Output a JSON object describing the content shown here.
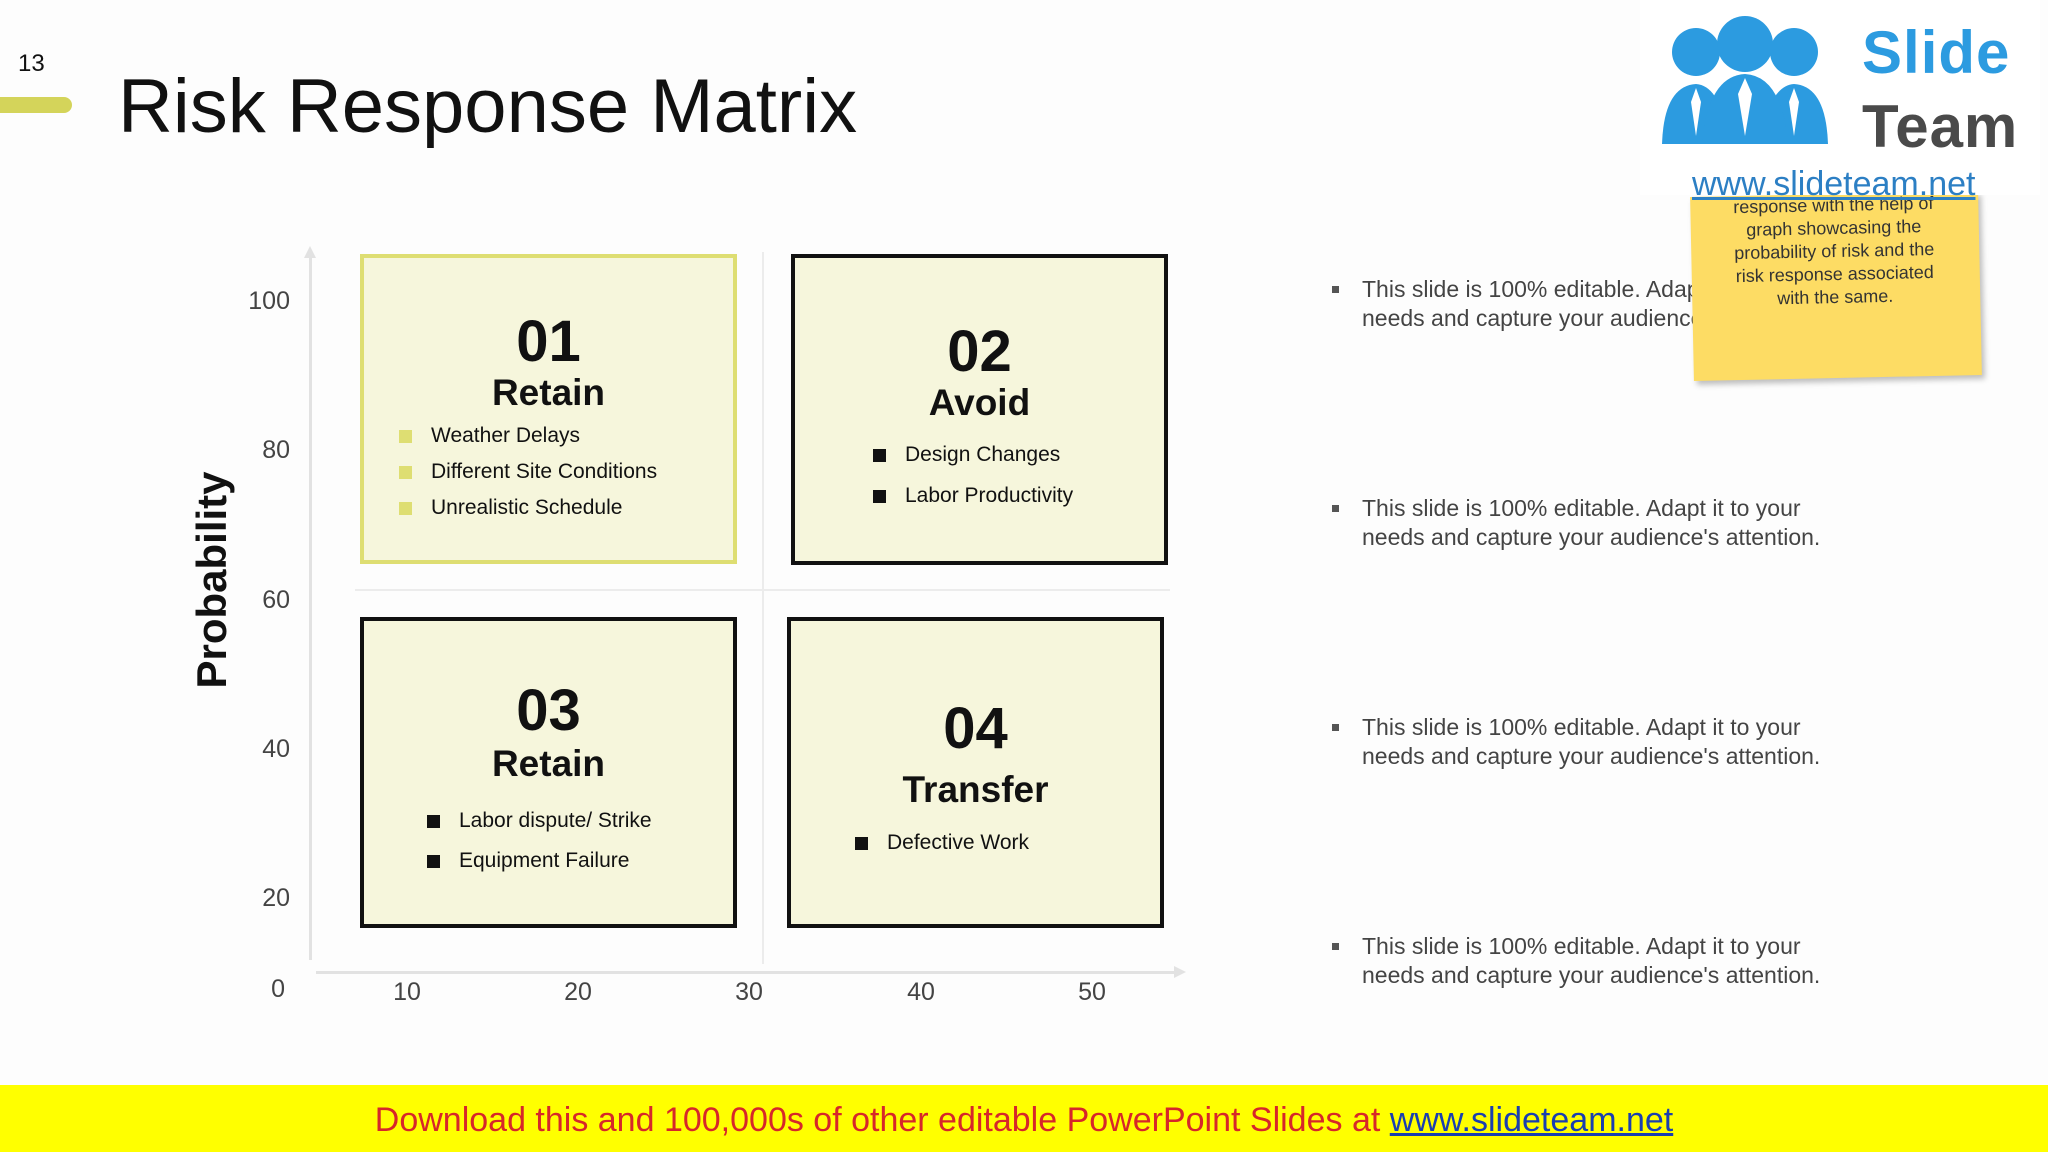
{
  "slide": {
    "number": "13",
    "title": "Risk Response Matrix"
  },
  "axes": {
    "y_label": "Probability",
    "y_ticks": [
      "100",
      "80",
      "60",
      "40",
      "20",
      "0"
    ],
    "x_ticks": [
      "10",
      "20",
      "30",
      "40",
      "50"
    ]
  },
  "quadrants": [
    {
      "number": "01",
      "name": "Retain",
      "items": [
        "Weather Delays",
        "Different Site Conditions",
        "Unrealistic Schedule"
      ]
    },
    {
      "number": "02",
      "name": "Avoid",
      "items": [
        "Design Changes",
        "Labor Productivity"
      ]
    },
    {
      "number": "03",
      "name": "Retain",
      "items": [
        "Labor dispute/ Strike",
        "Equipment Failure"
      ]
    },
    {
      "number": "04",
      "name": "Transfer",
      "items": [
        "Defective Work"
      ]
    }
  ],
  "notes": [
    {
      "line1": "This slide is 100% editable. Adap",
      "line2": "needs and capture your audience"
    },
    {
      "line1": "This slide is 100% editable. Adapt it to your",
      "line2": "needs and capture your audience's attention."
    },
    {
      "line1": "This slide is 100% editable. Adapt it to your",
      "line2": "needs and capture your audience's attention."
    },
    {
      "line1": "This slide is 100% editable. Adapt it to your",
      "line2": "needs and capture your audience's attention."
    }
  ],
  "logo": {
    "word1": "Slide",
    "word2": "Team",
    "url": "www.slideteam.net"
  },
  "sticky_note": {
    "lines": [
      "response with the help of",
      "graph showcasing the",
      "probability of risk and the",
      "risk response associated",
      "with the same."
    ]
  },
  "banner": {
    "text": "Download this and 100,000s of other editable PowerPoint Slides at ",
    "link": "www.slideteam.net"
  },
  "colors": {
    "accent": "#d4d45a",
    "quad_fill": "#f6f6dc",
    "banner_bg": "#ffff00",
    "banner_text": "#d6272a",
    "logo_blue": "#2c9be0",
    "sticky": "#fddc64"
  }
}
